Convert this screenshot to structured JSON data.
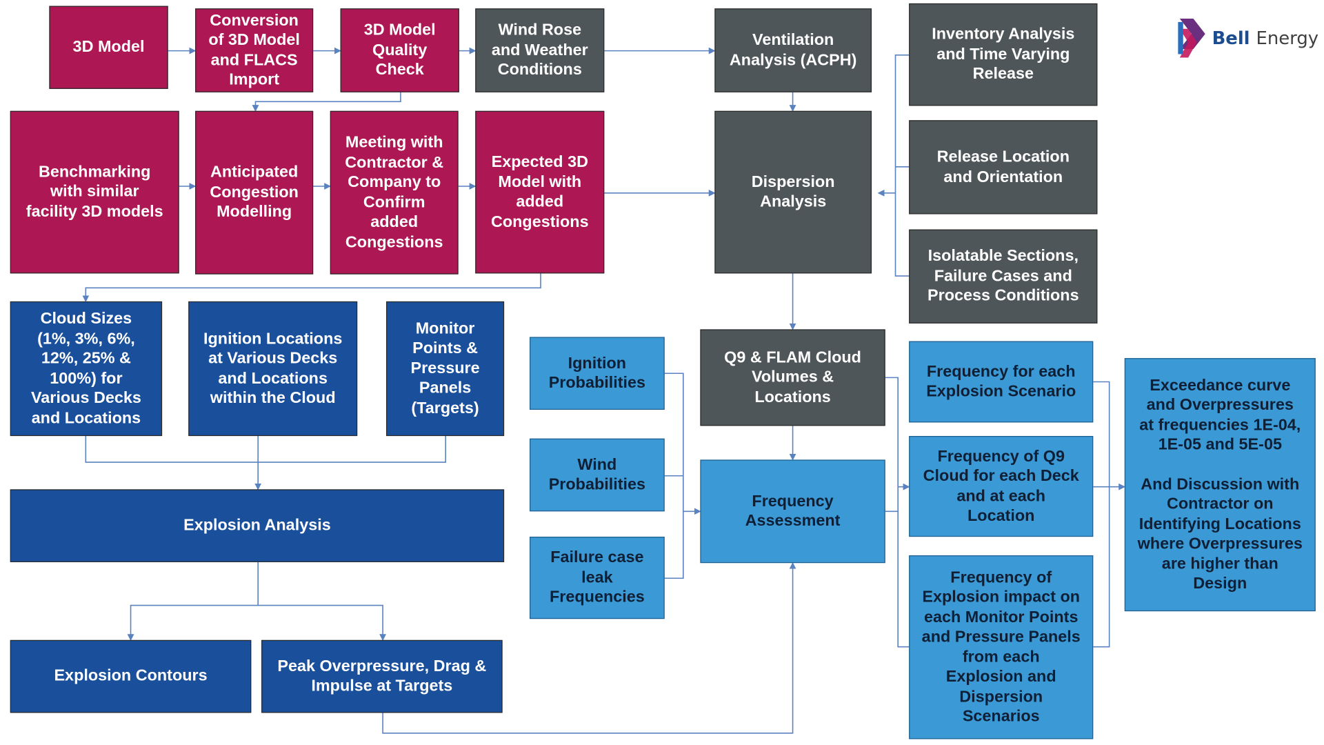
{
  "logo": {
    "brand_bold": "Bell",
    "brand_light": "Energy"
  },
  "nodes": {
    "model_3d": "3D Model",
    "conversion": [
      "Conversion",
      "of 3D Model",
      "and FLACS",
      "Import"
    ],
    "quality_check": [
      "3D Model",
      "Quality",
      "Check"
    ],
    "wind_rose": [
      "Wind Rose",
      "and Weather",
      "Conditions"
    ],
    "ventilation": [
      "Ventilation",
      "Analysis (ACPH)"
    ],
    "inventory": [
      "Inventory Analysis",
      "and Time Varying",
      "Release"
    ],
    "benchmarking": [
      "Benchmarking",
      "with similar",
      "facility 3D models"
    ],
    "anticipated": [
      "Anticipated",
      "Congestion",
      "Modelling"
    ],
    "meeting": [
      "Meeting with",
      "Contractor &",
      "Company to",
      "Confirm",
      "added",
      "Congestions"
    ],
    "expected": [
      "Expected 3D",
      "Model with",
      "added",
      "Congestions"
    ],
    "dispersion": [
      "Dispersion",
      "Analysis"
    ],
    "release_location": [
      "Release Location",
      "and Orientation"
    ],
    "isolatable": [
      "Isolatable Sections,",
      "Failure Cases and",
      "Process Conditions"
    ],
    "cloud_sizes": [
      "Cloud Sizes",
      "(1%, 3%, 6%,",
      "12%, 25% &",
      "100%) for",
      "Various Decks",
      "and Locations"
    ],
    "ignition_locations": [
      "Ignition Locations",
      "at Various Decks",
      "and Locations",
      "within the Cloud"
    ],
    "monitor_points": [
      "Monitor",
      "Points &",
      "Pressure",
      "Panels",
      "(Targets)"
    ],
    "ignition_prob": [
      "Ignition",
      "Probabilities"
    ],
    "q9_flam": [
      "Q9 & FLAM Cloud",
      "Volumes &",
      "Locations"
    ],
    "freq_each_explosion": [
      "Frequency for each",
      "Explosion Scenario"
    ],
    "exceedance": [
      "Exceedance curve",
      "and Overpressures",
      "at frequencies 1E-04,",
      "1E-05 and 5E-05",
      "",
      "And Discussion with",
      "Contractor on",
      "Identifying Locations",
      "where Overpressures",
      "are higher than",
      "Design"
    ],
    "wind_prob": [
      "Wind",
      "Probabilities"
    ],
    "frequency_assessment": [
      "Frequency",
      "Assessment"
    ],
    "freq_q9_cloud": [
      "Frequency of Q9",
      "Cloud for each Deck",
      "and at each",
      "Location"
    ],
    "explosion_analysis": [
      "Explosion Analysis"
    ],
    "failure_leak": [
      "Failure case",
      "leak",
      "Frequencies"
    ],
    "freq_explosion_impact": [
      "Frequency of",
      "Explosion impact on",
      "each Monitor Points",
      "and Pressure Panels",
      "from each",
      "Explosion and",
      "Dispersion",
      "Scenarios"
    ],
    "explosion_contours": [
      "Explosion Contours"
    ],
    "peak_overpressure": [
      "Peak Overpressure, Drag &",
      "Impulse at Targets"
    ]
  }
}
